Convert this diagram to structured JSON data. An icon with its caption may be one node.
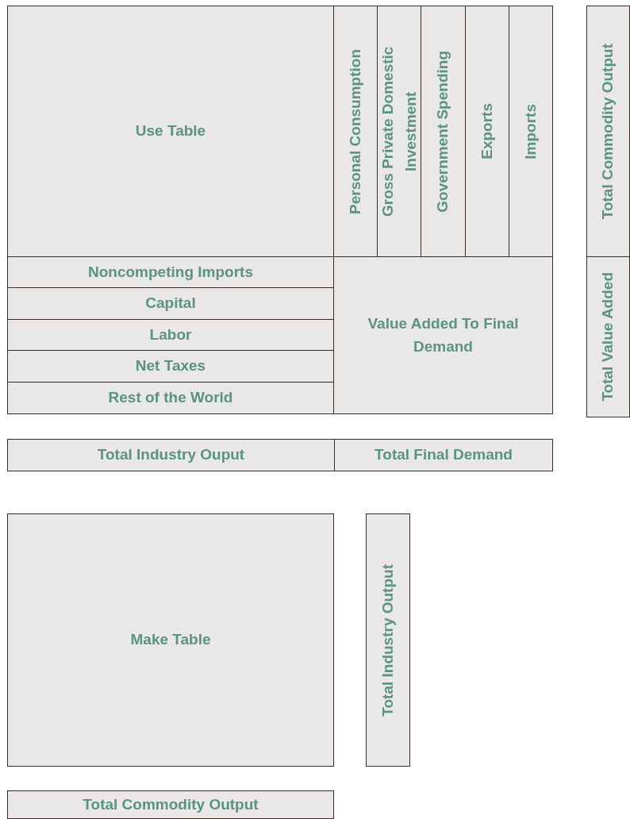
{
  "diagram": {
    "nodes": [
      {
        "text": [
          "Use Table"
        ]
      },
      {
        "text": [
          "Personal Consumption"
        ]
      },
      {
        "text": [
          "Gross Private Domestic Investment"
        ]
      },
      {
        "text": [
          "Government Spending"
        ]
      },
      {
        "text": [
          "Exports"
        ]
      },
      {
        "text": [
          "Imports"
        ]
      },
      {
        "text": [
          "Total Commodity Output"
        ]
      },
      {
        "text": [
          "Noncompeting Imports"
        ]
      },
      {
        "text": [
          "Capital"
        ]
      },
      {
        "text": [
          "Labor"
        ]
      },
      {
        "text": [
          "Net Taxes"
        ]
      },
      {
        "text": [
          "Rest of the World"
        ]
      },
      {
        "text": [
          "Value Added To Final Demand"
        ]
      },
      {
        "text": [
          "Total Value Added"
        ]
      },
      {
        "text": [
          "Total Industry Ouput"
        ]
      },
      {
        "text": [
          "Total Final Demand"
        ]
      },
      {
        "text": [
          "Make Table"
        ]
      },
      {
        "text": [
          "Total Industry Output"
        ]
      },
      {
        "text": [
          "Total Commodity Output"
        ]
      }
    ]
  }
}
